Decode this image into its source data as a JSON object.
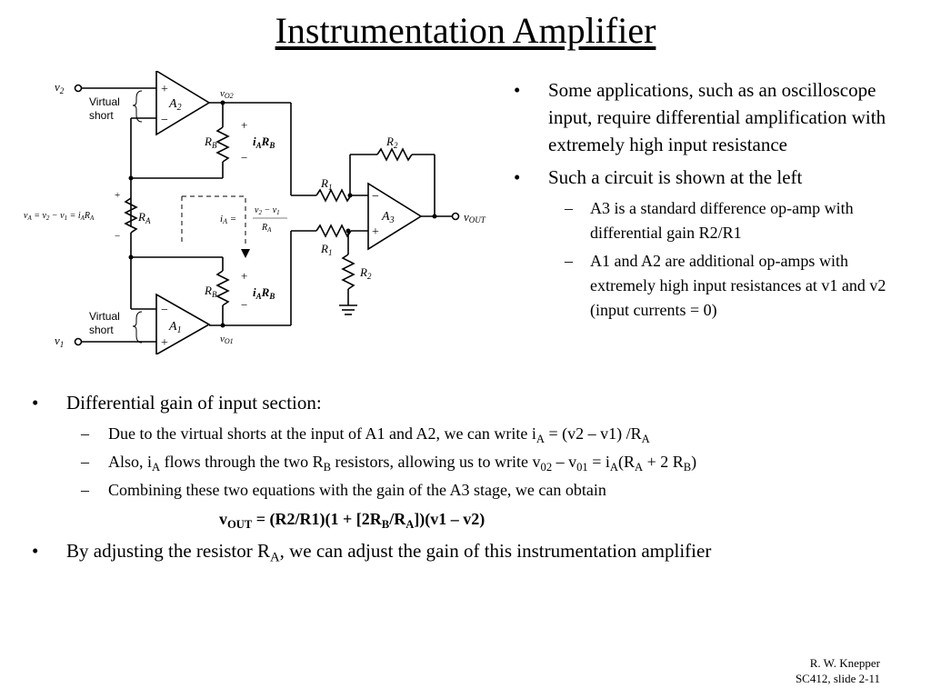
{
  "slide": {
    "title": "Instrumentation Amplifier"
  },
  "circuit": {
    "labels": {
      "v2": "v",
      "v2_sub": "2",
      "v1": "v",
      "v1_sub": "1",
      "virtual_short_top_1": "Virtual",
      "virtual_short_top_2": "short",
      "virtual_short_bot_1": "Virtual",
      "virtual_short_bot_2": "short",
      "a2": "A",
      "a2_sub": "2",
      "a1": "A",
      "a1_sub": "1",
      "a3": "A",
      "a3_sub": "3",
      "vo2": "v",
      "vo2_sub": "O2",
      "vo1": "v",
      "vo1_sub": "O1",
      "vout": "v",
      "vout_sub": "OUT",
      "rb_top": "R",
      "rb_top_sub": "B",
      "rb_bot": "R",
      "rb_bot_sub": "B",
      "iarb_top": "i",
      "iarb_top_sub": "A",
      "iarb_top_r": "R",
      "iarb_top_rsub": "B",
      "iarb_bot": "i",
      "iarb_bot_sub": "A",
      "iarb_bot_r": "R",
      "iarb_bot_rsub": "B",
      "ra": "R",
      "ra_sub": "A",
      "va_eq": "v",
      "va_eq_sub": "A",
      "va_eq_rest": " = v",
      "va_eq_sub2": "2",
      "va_eq_rest2": " − v",
      "va_eq_sub3": "1",
      "va_eq_rest3": " = i",
      "va_eq_sub4": "A",
      "va_eq_rest4": "R",
      "va_eq_sub5": "A",
      "ia_eq": "i",
      "ia_eq_sub": "A",
      "ia_eq_eq": " =",
      "ia_num": "v",
      "ia_num_sub": "2",
      "ia_num_rest": " − v",
      "ia_num_sub2": "1",
      "ia_den": "R",
      "ia_den_sub": "A",
      "r1_top": "R",
      "r1_top_sub": "1",
      "r1_bot": "R",
      "r1_bot_sub": "1",
      "r2_top": "R",
      "r2_top_sub": "2",
      "r2_bot": "R",
      "r2_bot_sub": "2",
      "plus": "+",
      "minus": "−"
    }
  },
  "bullets_right": {
    "b1": "Some applications, such as an oscilloscope input, require differential amplification with extremely high input resistance",
    "b2": "Such a circuit is shown at the left",
    "b2a": "A3 is a standard difference op-amp with differential gain R2/R1",
    "b2b": "A1 and A2 are additional op-amps with extremely high input resistances at v1 and v2 (input currents = 0)"
  },
  "bullets_bottom": {
    "b1": "Differential gain of input section:",
    "s1": {
      "t1": "Due to the virtual shorts at the input of A1 and A2, we can write i",
      "sub1": "A",
      "t2": " = (v2 – v1) /R",
      "sub2": "A"
    },
    "s2": {
      "t1": "Also, i",
      "sub1": "A",
      "t2": " flows through the two R",
      "sub2": "B",
      "t3": " resistors, allowing us to write v",
      "sub3": "02",
      "t4": " – v",
      "sub4": "01",
      "t5": " = i",
      "sub5": "A",
      "t6": "(R",
      "sub6": "A",
      "t7": " + 2 R",
      "sub7": "B",
      "t8": ")"
    },
    "s3": "Combining these two equations with the gain of the A3 stage, we can obtain",
    "formula": {
      "t1": "v",
      "sub1": "OUT",
      "t2": " = (R2/R1)(1 + [2R",
      "sub2": "B",
      "t3": "/R",
      "sub3": "A",
      "t4": "])(v1 – v2)"
    },
    "b2": {
      "t1": "By adjusting the resistor R",
      "sub1": "A",
      "t2": ", we can adjust the gain of this instrumentation amplifier"
    }
  },
  "footer": {
    "author": "R. W. Knepper",
    "course": "SC412, slide 2-11"
  }
}
